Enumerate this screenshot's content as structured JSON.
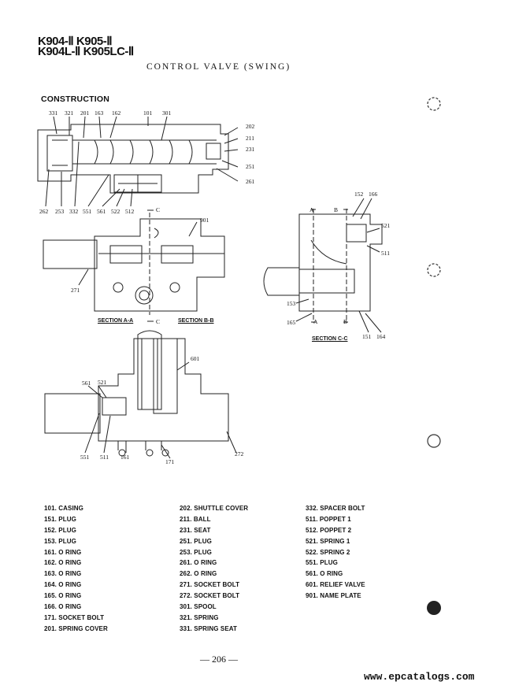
{
  "header": {
    "models_line1": "K904-Ⅱ  K905-Ⅱ",
    "models_line2": "K904L-Ⅱ K905LC-Ⅱ",
    "title": "CONTROL  VALVE (SWING)",
    "section_heading": "CONSTRUCTION"
  },
  "callouts": {
    "top": [
      "331",
      "321",
      "201",
      "163",
      "162",
      "101",
      "301",
      "202",
      "211",
      "231",
      "251",
      "261"
    ],
    "top_bottom": [
      "262",
      "253",
      "332",
      "551",
      "561",
      "522",
      "512"
    ],
    "mid": [
      "901",
      "271",
      "C",
      "C"
    ],
    "right": [
      "152",
      "166",
      "A",
      "B",
      "521",
      "511",
      "153",
      "165",
      "A",
      "B",
      "151",
      "164"
    ],
    "lower": [
      "601",
      "561",
      "521",
      "551",
      "511",
      "161",
      "171",
      "272"
    ]
  },
  "section_labels": {
    "aa": "SECTION A-A",
    "bb": "SECTION B-B",
    "cc": "SECTION C-C"
  },
  "parts": {
    "col1": [
      "101. CASING",
      "151. PLUG",
      "152. PLUG",
      "153. PLUG",
      "161. O RING",
      "162. O RING",
      "163. O RING",
      "164. O RING",
      "165. O RING",
      "166. O RING",
      "171. SOCKET BOLT",
      "201. SPRING COVER"
    ],
    "col2": [
      "202. SHUTTLE COVER",
      "211. BALL",
      "231. SEAT",
      "251. PLUG",
      "253. PLUG",
      "261. O RING",
      "262. O RING",
      "271. SOCKET BOLT",
      "272. SOCKET BOLT",
      "301. SPOOL",
      "321. SPRING",
      "331. SPRING SEAT"
    ],
    "col3": [
      "332. SPACER BOLT",
      "511. POPPET 1",
      "512. POPPET 2",
      "521. SPRING 1",
      "522. SPRING 2",
      "551. PLUG",
      "561. O RING",
      "601. RELIEF VALVE",
      "901. NAME PLATE"
    ]
  },
  "page_number": "— 206 —",
  "footer_url": "www.epcatalogs.com"
}
